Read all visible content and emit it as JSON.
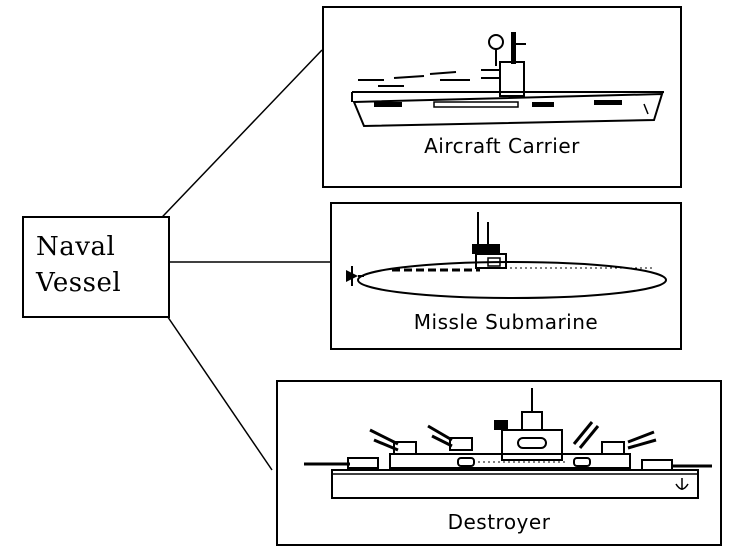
{
  "root": {
    "line1": "Naval",
    "line2": "Vessel"
  },
  "children": [
    {
      "caption": "Aircraft Carrier",
      "icon": "aircraft-carrier-icon"
    },
    {
      "caption": "Missle Submarine",
      "icon": "submarine-icon"
    },
    {
      "caption": "Destroyer",
      "icon": "destroyer-icon"
    }
  ]
}
